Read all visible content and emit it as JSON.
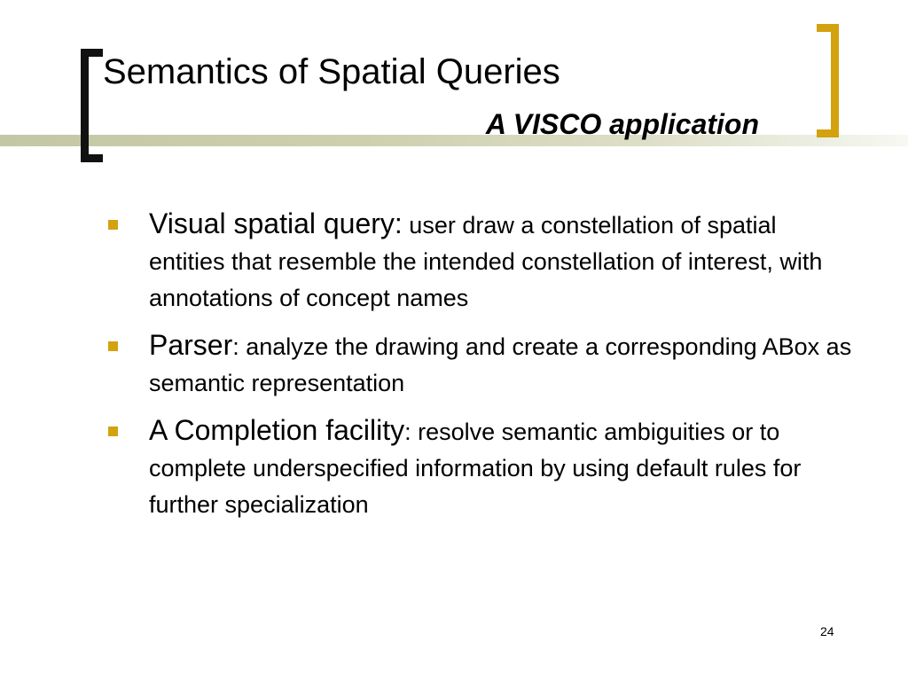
{
  "slide": {
    "title": "Semantics of Spatial Queries",
    "subtitle": "A VISCO application",
    "page_number": "24",
    "bullets": [
      {
        "head": "Visual spatial query:",
        "body": " user draw a constellation of spatial entities that resemble the intended constellation of interest, with annotations of concept names"
      },
      {
        "head": "Parser",
        "body": ": analyze the drawing and create a corresponding ABox as semantic representation"
      },
      {
        "head": "A Completion facility",
        "body": ": resolve semantic ambiguities or to complete underspecified information by using default rules for further specialization"
      }
    ]
  },
  "colors": {
    "accent": "#d2a20f",
    "stripe": "#c4c7a3",
    "text": "#000000"
  }
}
